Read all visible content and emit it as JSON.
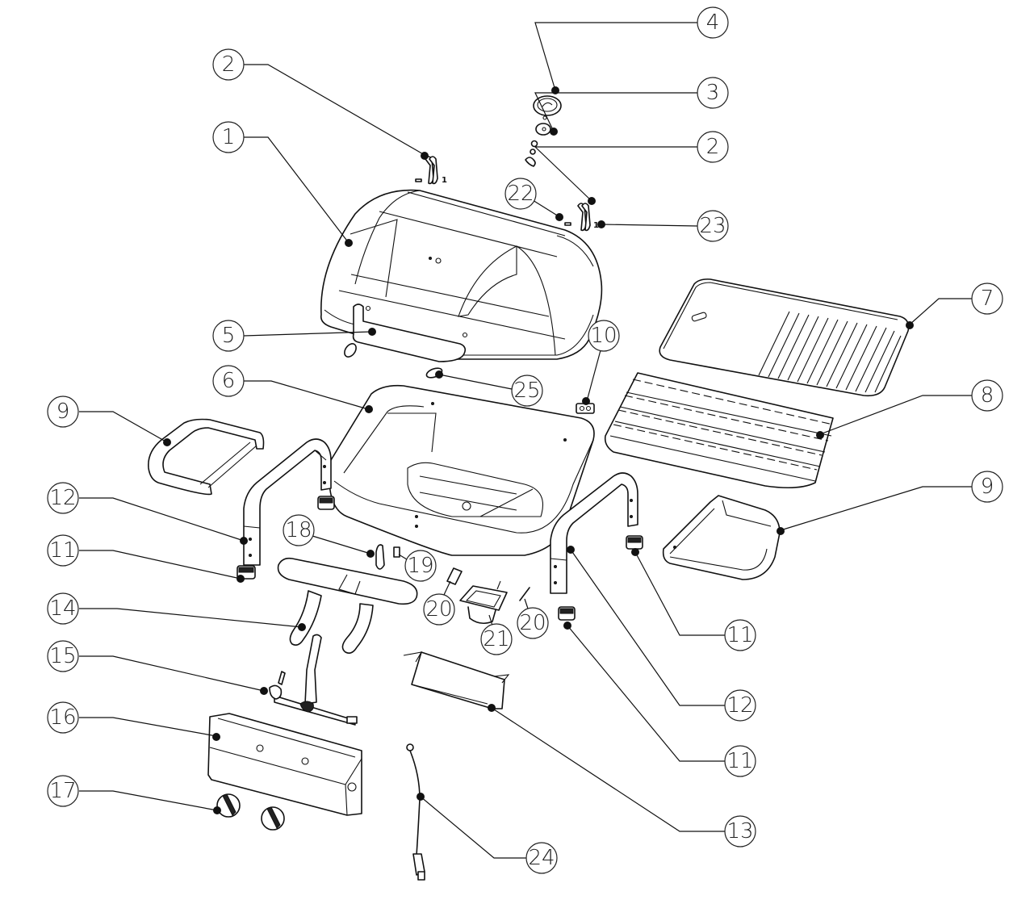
{
  "diagram": {
    "type": "exploded-parts-view",
    "callouts": {
      "c1": "1",
      "c2a": "2",
      "c2b": "2",
      "c3": "3",
      "c4": "4",
      "c5": "5",
      "c6": "6",
      "c7": "7",
      "c8": "8",
      "c9a": "9",
      "c9b": "9",
      "c10": "10",
      "c11a": "11",
      "c11b": "11",
      "c11c": "11",
      "c12a": "12",
      "c12b": "12",
      "c13": "13",
      "c14": "14",
      "c15": "15",
      "c16": "16",
      "c17": "17",
      "c18": "18",
      "c19": "19",
      "c20a": "20",
      "c20b": "20",
      "c21": "21",
      "c22": "22",
      "c23": "23",
      "c24": "24",
      "c25": "25"
    },
    "hinge_marks": [
      "1",
      "1"
    ]
  }
}
